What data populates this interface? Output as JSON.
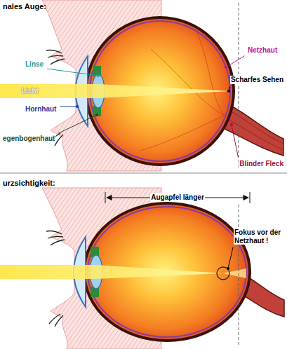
{
  "diagram": {
    "labels": [
      "nales Auge:",
      "Netzhaut",
      "Linse",
      "Scharfes Sehen",
      "Licht",
      "Hornhaut",
      "egenbogenhaut",
      "Blinder Fleck",
      "urzsichtigkeit:",
      "Augapfel länger",
      "Fokus vor der Netzhaut !"
    ]
  }
}
